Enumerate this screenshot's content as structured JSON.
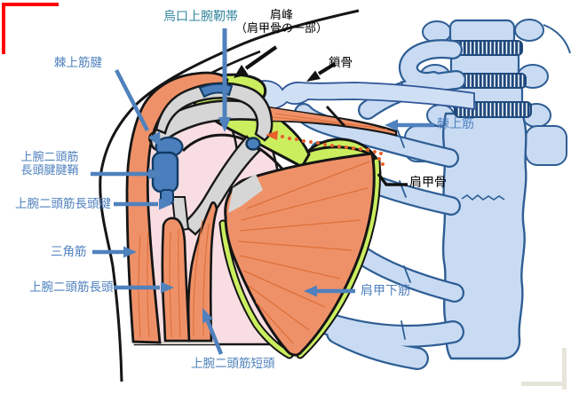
{
  "figure": {
    "type": "anatomical-diagram",
    "subject": "肩関節の解剖図（前面・筋と腱）",
    "labels": {
      "coracohumeral_ligament": "烏口上腕靭帯",
      "acromion_line1": "肩峰",
      "acromion_line2": "（肩甲骨の一部）",
      "supraspinatus_tendon": "棘上筋腱",
      "clavicle": "鎖骨",
      "supraspinatus": "棘上筋",
      "biceps_sheath_line1": "上腕二頭筋",
      "biceps_sheath_line2": "長頭腱腱鞘",
      "biceps_long_head_tendon": "上腕二頭筋長頭腱",
      "deltoid": "三角筋",
      "biceps_long_head": "上腕二頭筋長頭",
      "biceps_short_head": "上腕二頭筋短頭",
      "scapula": "肩甲骨",
      "subscapularis": "肩甲下筋"
    },
    "colors": {
      "bone_fill": "#c9dbf3",
      "bone_outline": "#2e5e94",
      "disc_dark": "#1f497d",
      "muscle": "#ef9168",
      "muscle_striation": "#dd6f3a",
      "cartilage_green": "#cbee5f",
      "humerus_pink": "#f8dee2",
      "tendon_gray": "#d6d6d6",
      "sheath_blue": "#4a7ebc",
      "label_blue": "#4f81bd",
      "label_teal": "#31859c",
      "marker_red": "#fe0000",
      "corner_beige": "#e7e5da",
      "outline_black": "#151515",
      "dotted_arrow_orange": "#e8602c"
    }
  }
}
